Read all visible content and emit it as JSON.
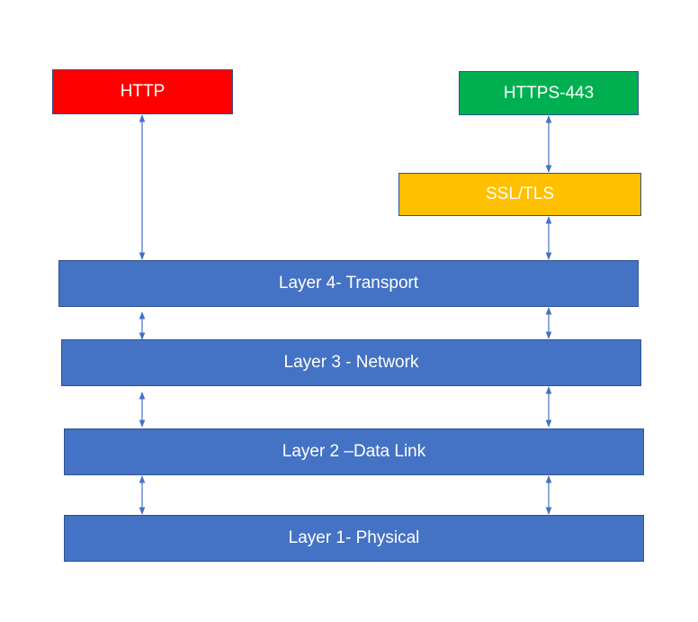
{
  "diagram": {
    "http": {
      "label": "HTTP",
      "color": "#ff0000"
    },
    "https": {
      "label": "HTTPS-443",
      "color": "#00b050"
    },
    "ssl_tls": {
      "label": "SSL/TLS",
      "color": "#ffc000"
    },
    "layers": [
      {
        "label": "Layer 4- Transport"
      },
      {
        "label": "Layer 3 - Network"
      },
      {
        "label": "Layer 2 –Data Link"
      },
      {
        "label": "Layer 1- Physical"
      }
    ],
    "layer_color": "#4472c4",
    "connector_color": "#4472c4"
  }
}
